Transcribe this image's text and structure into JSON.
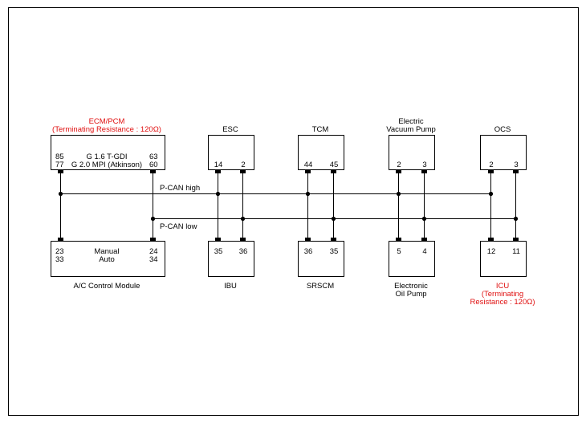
{
  "colors": {
    "wire": "#000000",
    "accent": "#e01010",
    "frame": "#000000"
  },
  "buses": {
    "high": "P-CAN high",
    "low": "P-CAN low"
  },
  "ecm": {
    "title": "ECM/PCM",
    "note": "(Terminating Resistance : 120Ω)",
    "row1_left": "85",
    "row1_mid": "G 1.6 T-GDI",
    "row1_right": "63",
    "row2_left": "77",
    "row2_mid": "G 2.0 MPI (Atkinson)",
    "row2_right": "60"
  },
  "esc": {
    "title": "ESC",
    "pin_a": "14",
    "pin_b": "2"
  },
  "tcm": {
    "title": "TCM",
    "pin_a": "44",
    "pin_b": "45"
  },
  "evp": {
    "title_line1": "Electric",
    "title_line2": "Vacuum Pump",
    "pin_a": "2",
    "pin_b": "3"
  },
  "ocs": {
    "title": "OCS",
    "pin_a": "2",
    "pin_b": "3"
  },
  "acm": {
    "row1_left": "23",
    "row1_mid": "Manual",
    "row1_right": "24",
    "row2_left": "33",
    "row2_mid": "Auto",
    "row2_right": "34",
    "title": "A/C Control Module"
  },
  "ibu": {
    "pin_a": "35",
    "pin_b": "36",
    "title": "IBU"
  },
  "srscm": {
    "pin_a": "36",
    "pin_b": "35",
    "title": "SRSCM"
  },
  "eop": {
    "pin_a": "5",
    "pin_b": "4",
    "title_line1": "Electronic",
    "title_line2": "Oil Pump"
  },
  "icu": {
    "pin_a": "12",
    "pin_b": "11",
    "title_line1": "ICU",
    "title_line2": "(Terminating",
    "title_line3": "Resistance : 120Ω)"
  }
}
